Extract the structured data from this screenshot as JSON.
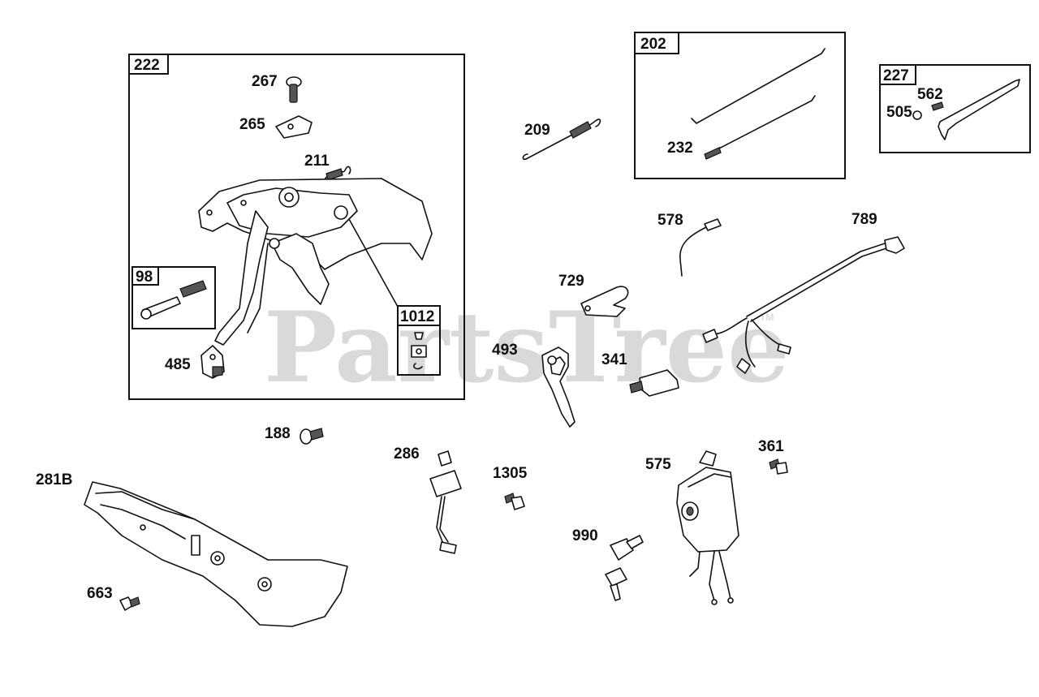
{
  "watermark": {
    "text": "PartsTree",
    "tm": "TM"
  },
  "groups": [
    {
      "id": "222",
      "label": "222"
    },
    {
      "id": "98",
      "label": "98"
    },
    {
      "id": "1012",
      "label": "1012"
    },
    {
      "id": "202",
      "label": "202"
    },
    {
      "id": "227",
      "label": "227"
    }
  ],
  "callouts": {
    "p267": "267",
    "p265": "265",
    "p211": "211",
    "p485": "485",
    "p209": "209",
    "p232": "232",
    "p505": "505",
    "p562": "562",
    "p578": "578",
    "p789": "789",
    "p729": "729",
    "p493": "493",
    "p341": "341",
    "p188": "188",
    "p281B": "281B",
    "p286": "286",
    "p1305": "1305",
    "p575": "575",
    "p361": "361",
    "p990": "990",
    "p663": "663"
  }
}
